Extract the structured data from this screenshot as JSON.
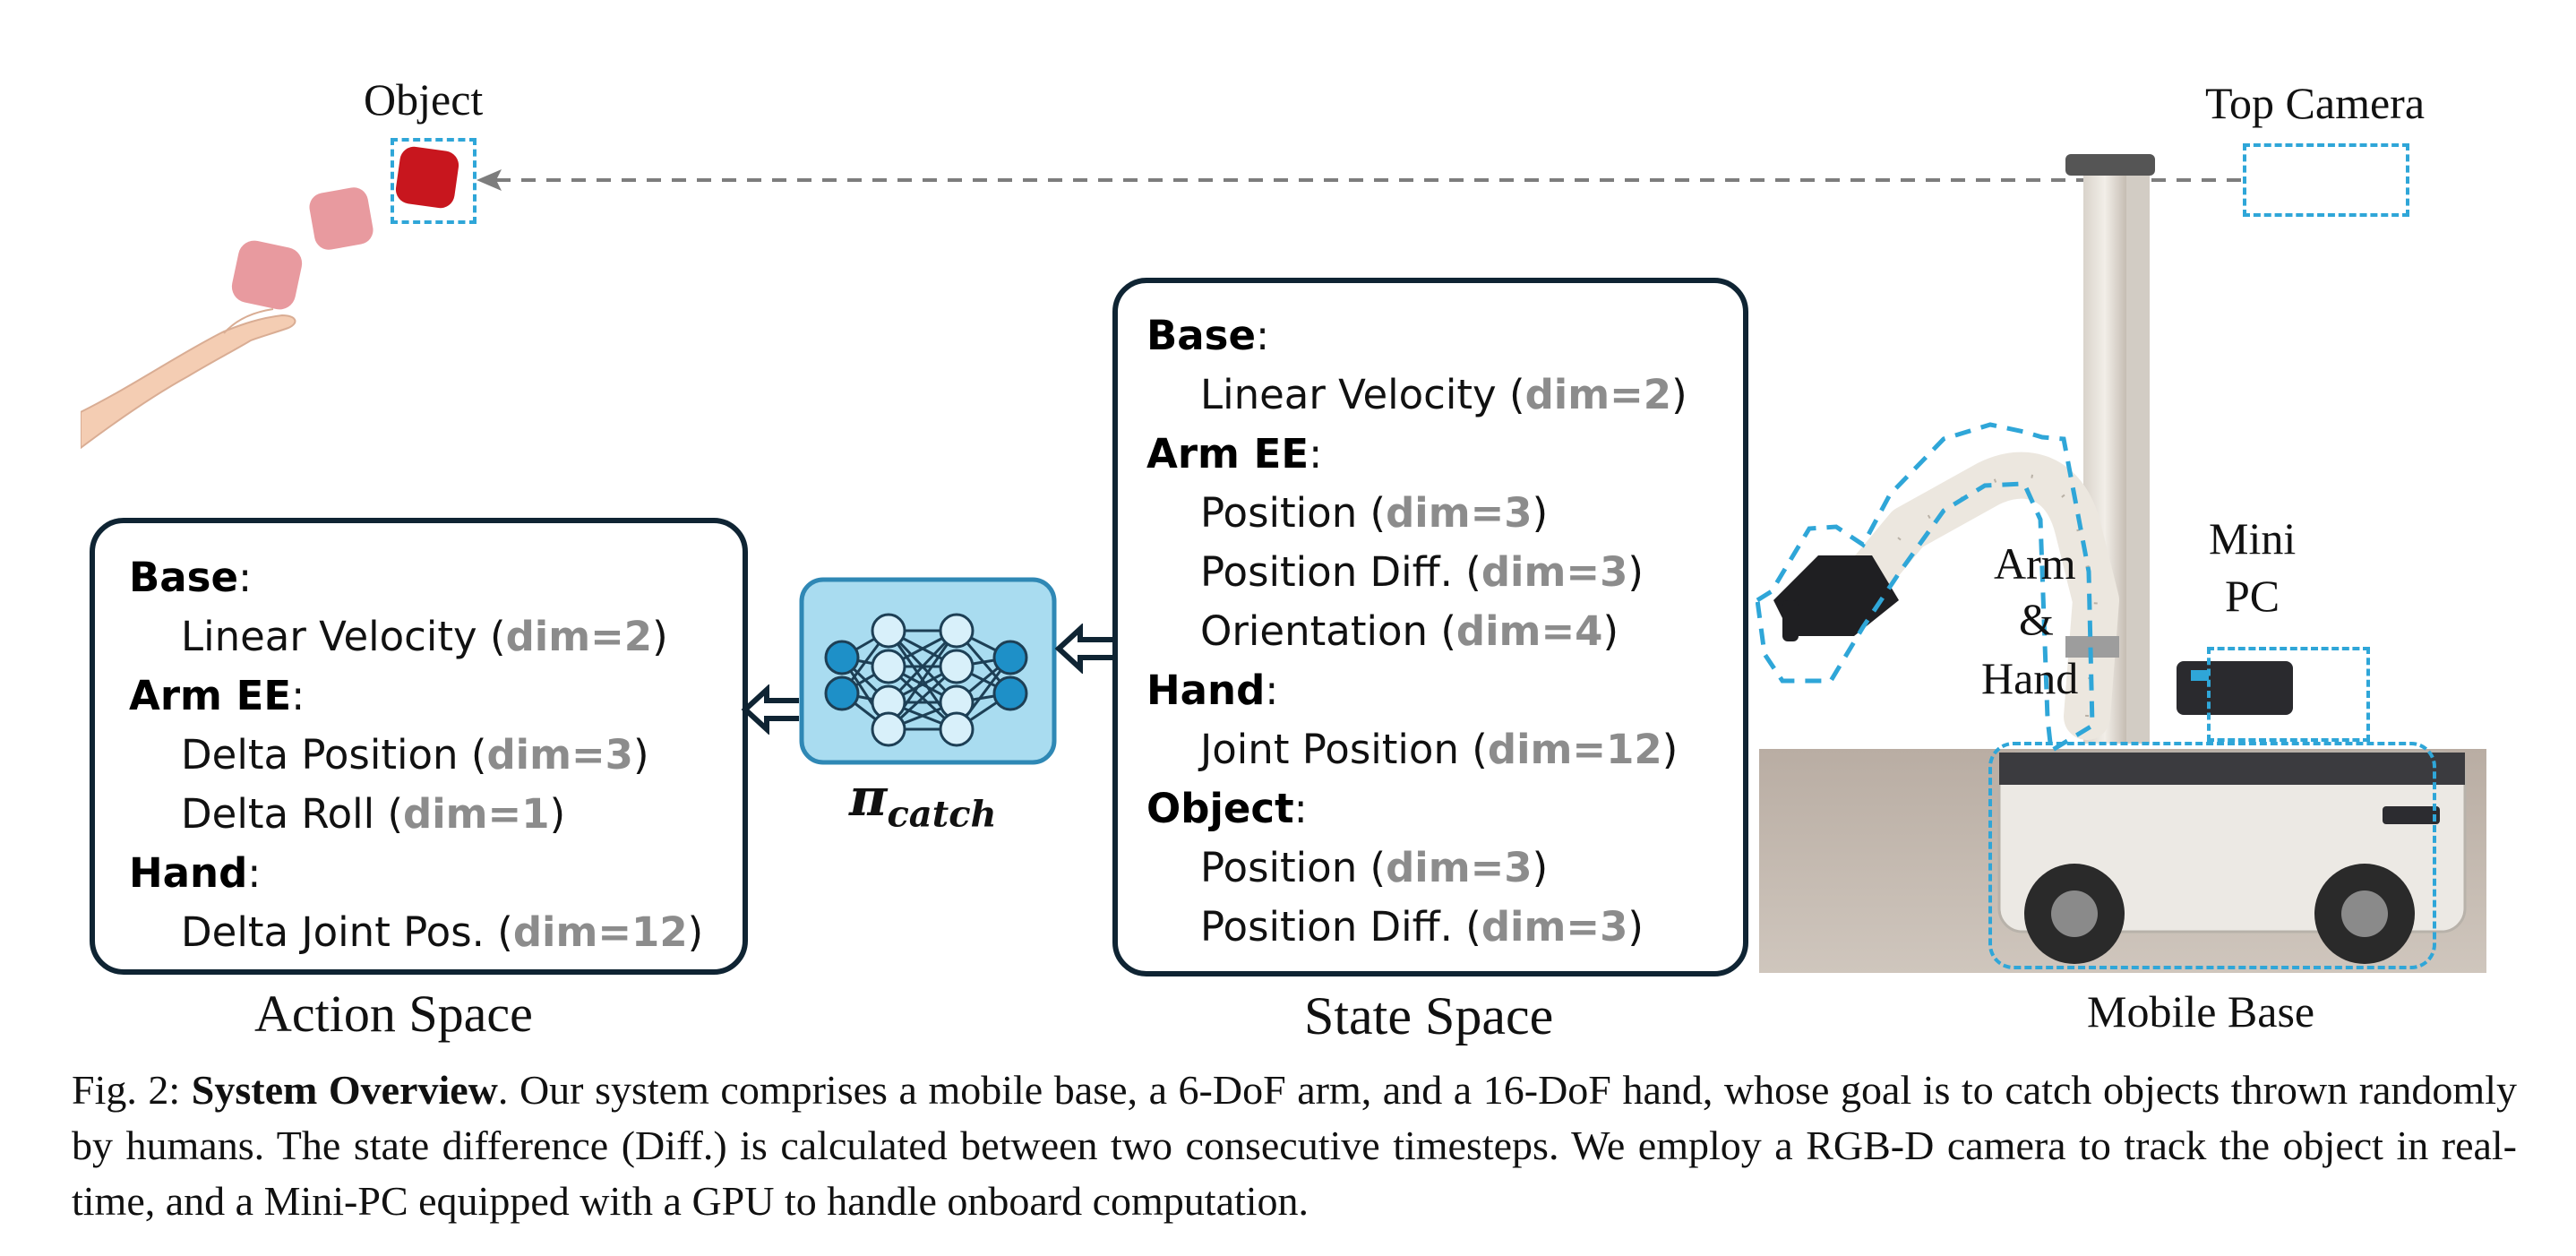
{
  "labels": {
    "object": "Object",
    "top_camera": "Top Camera",
    "arm_hand_1": "Arm",
    "arm_hand_2": "&",
    "arm_hand_3": "Hand",
    "mini_pc_1": "Mini",
    "mini_pc_2": "PC",
    "mobile_base": "Mobile Base",
    "action_space": "Action Space",
    "state_space": "State Space",
    "policy_symbol": "π",
    "policy_sub": "catch"
  },
  "action_panel": {
    "rows": [
      {
        "head": "Base",
        "sep": ":"
      },
      {
        "text": "Linear Velocity (",
        "dim": "dim=2",
        "end": ")"
      },
      {
        "head": "Arm EE",
        "sep": ":"
      },
      {
        "text": "Delta Position (",
        "dim": "dim=3",
        "end": ")"
      },
      {
        "text": "Delta Roll (",
        "dim": "dim=1",
        "end": ")"
      },
      {
        "head": "Hand",
        "sep": ":"
      },
      {
        "text": "Delta Joint Pos. (",
        "dim": "dim=12",
        "end": ")"
      }
    ]
  },
  "state_panel": {
    "rows": [
      {
        "head": "Base",
        "sep": ":"
      },
      {
        "text": "Linear Velocity (",
        "dim": "dim=2",
        "end": ")"
      },
      {
        "head": "Arm EE",
        "sep": ":"
      },
      {
        "text": "Position (",
        "dim": "dim=3",
        "end": ")"
      },
      {
        "text": "Position Diff. (",
        "dim": "dim=3",
        "end": ")"
      },
      {
        "text": "Orientation (",
        "dim": "dim=4",
        "end": ")"
      },
      {
        "head": "Hand",
        "sep": ":"
      },
      {
        "text": "Joint Position (",
        "dim": "dim=12",
        "end": ")"
      },
      {
        "head": "Object",
        "sep": ":"
      },
      {
        "text": "Position (",
        "dim": "dim=3",
        "end": ")"
      },
      {
        "text": "Position Diff. (",
        "dim": "dim=3",
        "end": ")"
      }
    ]
  },
  "caption": {
    "prefix": "Fig. 2: ",
    "bold": "System Overview",
    "body": ". Our system comprises a mobile base, a 6-DoF arm, and a 16-DoF hand, whose goal is to catch objects thrown randomly by humans. The state difference (Diff.) is calculated between two consecutive timesteps. We employ a RGB-D camera to track the object in real-time, and a Mini-PC equipped with a GPU to handle onboard computation."
  },
  "colors": {
    "accent_blue": "#2fa6d8",
    "panel_border": "#0f2433",
    "dim_gray": "#8c8c8c",
    "nn_fill": "#a9dcf0",
    "object_red": "#c8161e",
    "ghost_red": "#e89a9f"
  }
}
